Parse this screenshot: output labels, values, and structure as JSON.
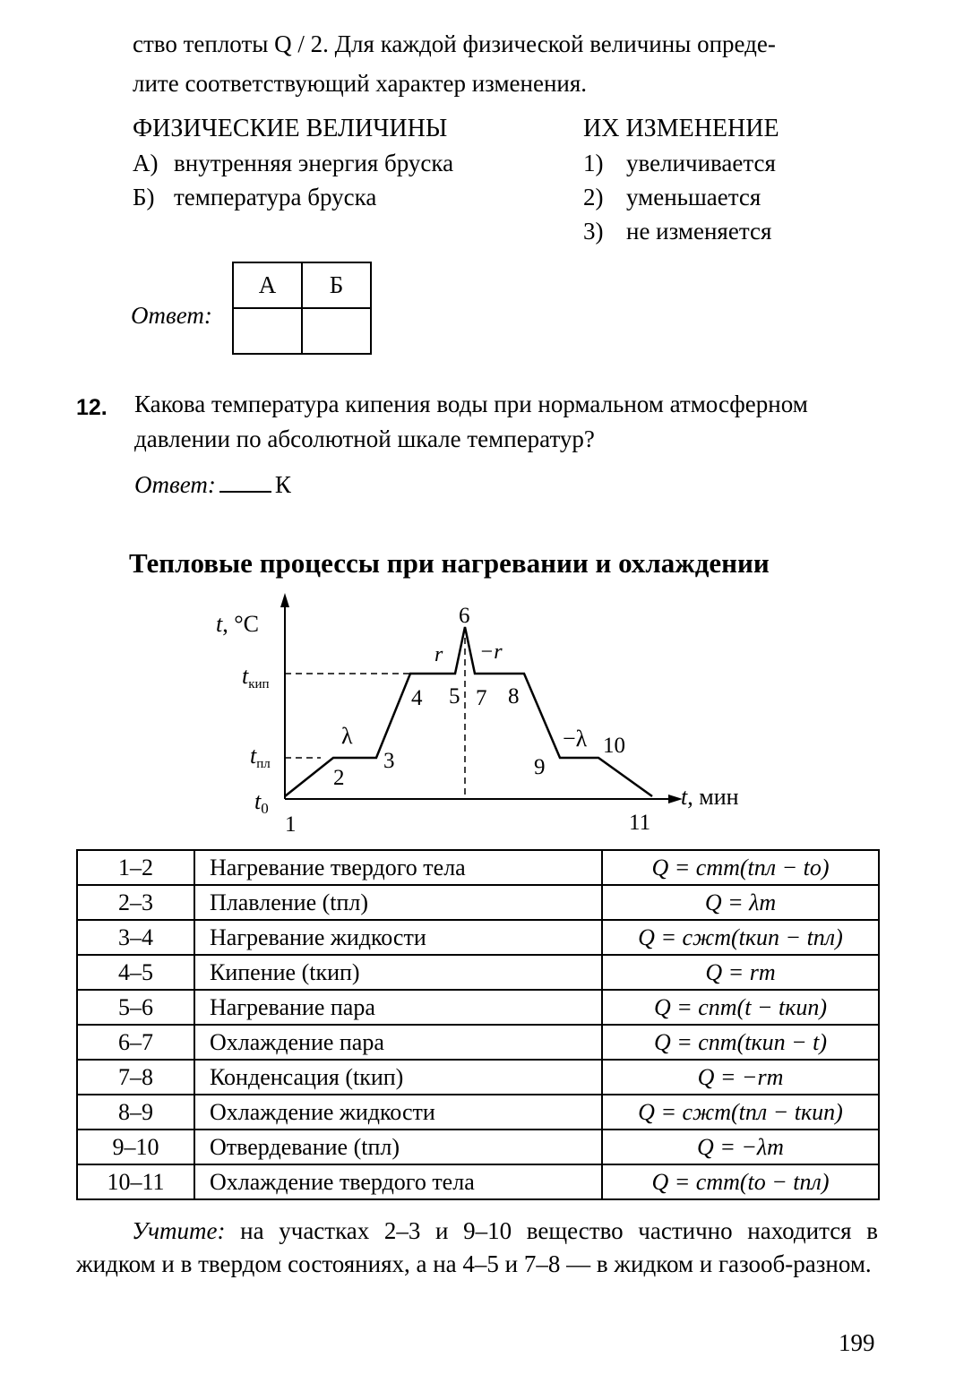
{
  "intro": {
    "line1": "ство теплоты Q / 2. Для каждой физической величины опреде-",
    "line2": "лите соответствующий характер изменения."
  },
  "matching": {
    "left_header": "ФИЗИЧЕСКИЕ ВЕЛИЧИНЫ",
    "right_header": "ИХ ИЗМЕНЕНИЕ",
    "left_items": [
      {
        "letter": "А)",
        "text": "внутренняя энергия бруска"
      },
      {
        "letter": "Б)",
        "text": "температура бруска"
      }
    ],
    "right_items": [
      {
        "num": "1)",
        "text": "увеличивается"
      },
      {
        "num": "2)",
        "text": "уменьшается"
      },
      {
        "num": "3)",
        "text": "не изменяется"
      }
    ],
    "answer_label": "Ответ:",
    "answer_cols": [
      "А",
      "Б"
    ]
  },
  "question12": {
    "number": "12.",
    "line1": "Какова температура кипения воды при нормальном атмосферном",
    "line2": "давлении по абсолютной шкале температур?",
    "answer_label": "Ответ:",
    "unit": "К"
  },
  "section_title": "Тепловые процессы при нагревании и охлаждении",
  "graph": {
    "y_label": "t, °C",
    "x_label": "t, мин",
    "t_boil_label": "t",
    "t_boil_sub": "кип",
    "t_melt_label": "t",
    "t_melt_sub": "пл",
    "t0_label": "t",
    "t0_sub": "0",
    "point_labels": [
      "1",
      "2",
      "3",
      "4",
      "5",
      "6",
      "7",
      "8",
      "9",
      "10",
      "11"
    ],
    "heat_labels": {
      "melting": "λ",
      "boiling": "r",
      "condensing": "−r",
      "solidifying": "−λ"
    }
  },
  "processes": [
    {
      "segment": "1–2",
      "name": "Нагревание твердого тела",
      "formula": "Q = cтm(tпл − to)"
    },
    {
      "segment": "2–3",
      "name": "Плавление (tпл)",
      "formula": "Q = λm"
    },
    {
      "segment": "3–4",
      "name": "Нагревание жидкости",
      "formula": "Q = cжm(tкип − tпл)"
    },
    {
      "segment": "4–5",
      "name": "Кипение (tкип)",
      "formula": "Q = rm"
    },
    {
      "segment": "5–6",
      "name": "Нагревание пара",
      "formula": "Q = cпm(t − tкип)"
    },
    {
      "segment": "6–7",
      "name": "Охлаждение пара",
      "formula": "Q = cпm(tкип − t)"
    },
    {
      "segment": "7–8",
      "name": "Конденсация (tкип)",
      "formula": "Q = −rm"
    },
    {
      "segment": "8–9",
      "name": "Охлаждение жидкости",
      "formula": "Q = cжm(tпл − tкип)"
    },
    {
      "segment": "9–10",
      "name": "Отвердевание (tпл)",
      "formula": "Q = −λm"
    },
    {
      "segment": "10–11",
      "name": "Охлаждение твердого тела",
      "formula": "Q = cтm(to − tпл)"
    }
  ],
  "note": {
    "label": "Учтите:",
    "text": "на участках 2–3 и 9–10 вещество частично находится в жидком и в твердом состояниях, а на 4–5 и 7–8 — в жидком и газооб-разном."
  },
  "page_number": "199"
}
